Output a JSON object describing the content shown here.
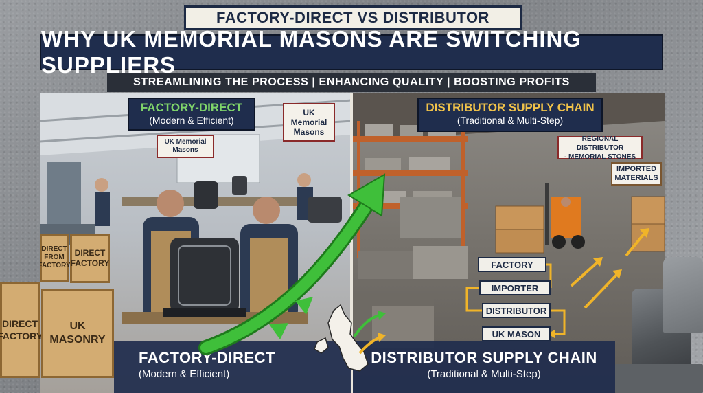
{
  "header": {
    "eyebrow": "FACTORY-DIRECT VS DISTRIBUTOR",
    "title": "WHY UK MEMORIAL MASONS ARE SWITCHING SUPPLIERS",
    "strapline": "STREAMLINING THE PROCESS | ENHANCING QUALITY | BOOSTING PROFITS"
  },
  "left_panel": {
    "label_title": "FACTORY-DIRECT",
    "label_sub": "(Modern & Efficient)",
    "sign_masons_1": "UK Memorial Masons",
    "sign_masons_2_line1": "UK",
    "sign_masons_2_line2": "Memorial",
    "sign_masons_2_line3": "Masons",
    "crate_small_1_line1": "DIRECT",
    "crate_small_1_line2": "FROM",
    "crate_small_1_line3": "FACTORY",
    "crate_small_2_line1": "DIRECT",
    "crate_small_2_line2": "FACTORY",
    "crate_big_1_line1": "DIRECT",
    "crate_big_1_line2": "FACTORY",
    "crate_big_2_line1": "UK",
    "crate_big_2_line2": "MASONRY",
    "bottom_title": "FACTORY-DIRECT",
    "bottom_sub": "(Modern & Efficient)"
  },
  "right_panel": {
    "label_title": "DISTRIBUTOR SUPPLY CHAIN",
    "label_sub": "(Traditional & Multi-Step)",
    "sign_regional_line1": "REGIONAL DISTRIBUTOR",
    "sign_regional_line2": "- MEMORIAL STONES",
    "sign_imported_line1": "IMPORTED",
    "sign_imported_line2": "MATERIALS",
    "chain_steps": [
      "FACTORY",
      "IMPORTER",
      "DISTRIBUTOR",
      "UK MASON"
    ],
    "bottom_title": "DISTRIBUTOR SUPPLY CHAIN",
    "bottom_sub": "(Traditional & Multi-Step)"
  },
  "colors": {
    "navy": "#1f2d4d",
    "green_arrow": "#3fbf3a",
    "yellow_arrow": "#f0b429",
    "crate": "#d3ac72"
  }
}
